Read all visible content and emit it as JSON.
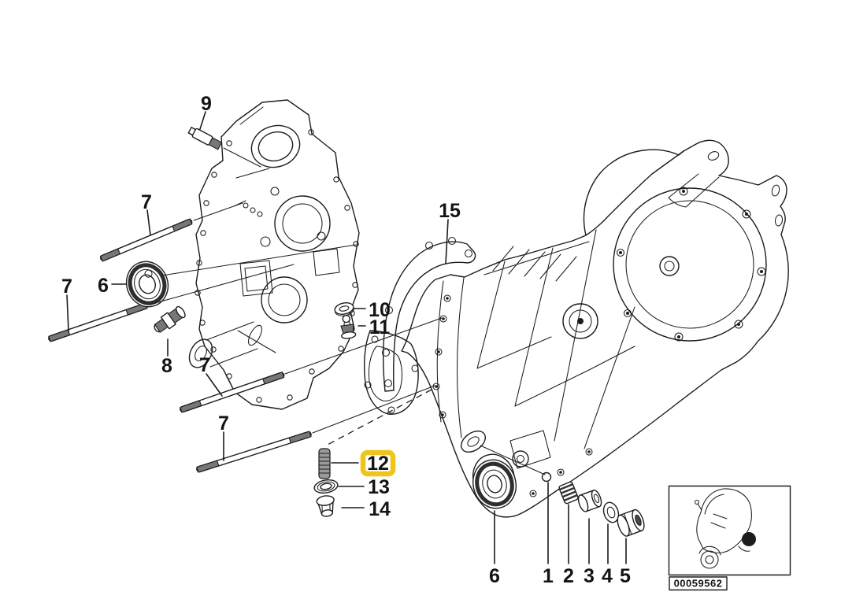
{
  "page": {
    "background_color": "#ffffff",
    "line_color": "#1c1c1c"
  },
  "diagram": {
    "kind": "exploded-parts-diagram",
    "subject": "engine-crankcase",
    "highlight_color": "#F0C419",
    "highlighted_callout": "12",
    "callouts": [
      {
        "text": "9"
      },
      {
        "text": "7"
      },
      {
        "text": "7"
      },
      {
        "text": "6"
      },
      {
        "text": "8"
      },
      {
        "text": "7"
      },
      {
        "text": "7"
      },
      {
        "text": "15"
      },
      {
        "text": "10"
      },
      {
        "text": "11"
      },
      {
        "text": "12",
        "highlighted": true
      },
      {
        "text": "13"
      },
      {
        "text": "14"
      },
      {
        "text": "6"
      },
      {
        "text": "1"
      },
      {
        "text": "2"
      },
      {
        "text": "3"
      },
      {
        "text": "4"
      },
      {
        "text": "5"
      }
    ],
    "inset": {
      "code": "00059562"
    }
  }
}
